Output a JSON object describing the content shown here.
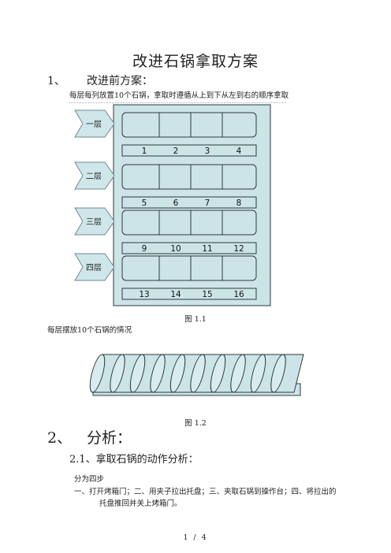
{
  "title": "改进石锅拿取方案",
  "section1": {
    "number": "1、",
    "heading": "改进前方案：",
    "caption": "每层每列放置10个石锅，拿取时遵循从上到下从左到右的顺序拿取"
  },
  "figure1": {
    "layer_labels": [
      "一层",
      "二层",
      "三层",
      "四层"
    ],
    "slot_numbers": [
      [
        "1",
        "2",
        "3",
        "4"
      ],
      [
        "5",
        "6",
        "7",
        "8"
      ],
      [
        "9",
        "10",
        "11",
        "12"
      ],
      [
        "13",
        "14",
        "15",
        "16"
      ]
    ],
    "label": "图 1.1"
  },
  "figure2": {
    "caption": "每层摆放10个石锅的情况",
    "pot_count": 10,
    "label": "图 1.2"
  },
  "section2": {
    "number": "2、",
    "heading": "分析："
  },
  "section2_1": {
    "heading": "2.1、拿取石锅的动作分析：",
    "intro": "分为四步",
    "steps_line1": "一、打开烤箱门；二、用夹子拉出托盘；三、夹取石锅到操作台；四、将拉出的",
    "steps_line2": "托盘推回并关上烤箱门。"
  },
  "page_number": "1 / 4",
  "colors": {
    "panel": "#cce4e8",
    "outline": "#2b3a3c",
    "arrow": "#cfe6ea"
  }
}
